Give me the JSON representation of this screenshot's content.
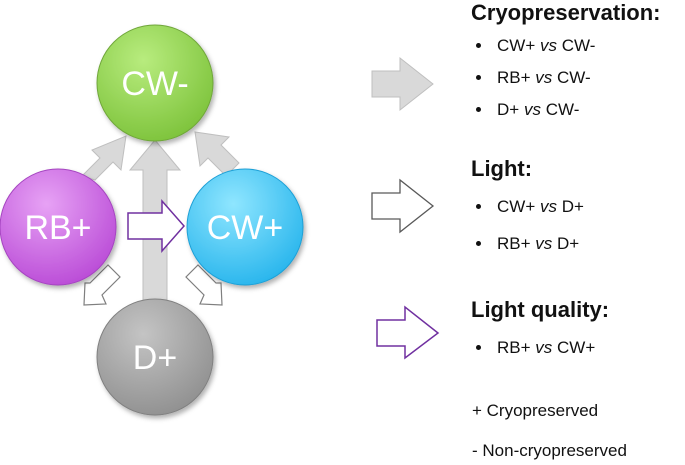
{
  "nodes": {
    "cw_minus": {
      "label": "CW-",
      "color": "#92D050"
    },
    "rb_plus": {
      "label": "RB+",
      "color": "#CC66E8"
    },
    "cw_plus": {
      "label": "CW+",
      "color": "#33CCFF"
    },
    "d_plus": {
      "label": "D+",
      "color": "#A6A6A6"
    }
  },
  "arrow_colors": {
    "cryopreservation": "#D9D9D9",
    "light": "#FFFFFF",
    "light_quality": "#7030A0"
  },
  "sections": {
    "cryopreservation": {
      "title": "Cryopreservation:",
      "items": [
        {
          "a": "CW+",
          "vs": "vs",
          "b": "CW-"
        },
        {
          "a": "RB+",
          "vs": "vs",
          "b": "CW-"
        },
        {
          "a": "D+",
          "vs": "vs",
          "b": "CW-"
        }
      ]
    },
    "light": {
      "title": "Light:",
      "items": [
        {
          "a": "CW+",
          "vs": "vs",
          "b": "D+"
        },
        {
          "a": "RB+",
          "vs": "vs",
          "b": "D+"
        }
      ]
    },
    "light_quality": {
      "title": "Light quality:",
      "items": [
        {
          "a": "RB+",
          "vs": "vs",
          "b": "CW+"
        }
      ]
    }
  },
  "legend": {
    "plus": "+ Cryopreserved",
    "minus": "- Non-cryopreserved"
  }
}
